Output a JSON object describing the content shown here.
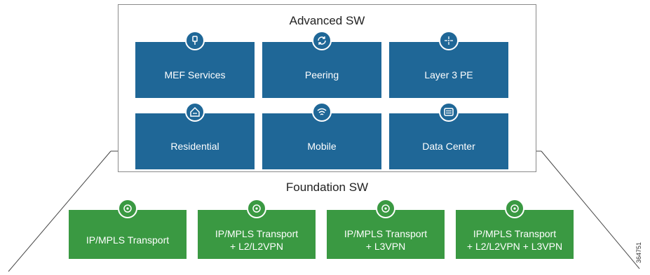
{
  "advanced": {
    "title": "Advanced SW",
    "tiles": [
      {
        "label": "MEF Services",
        "icon": "pin-icon"
      },
      {
        "label": "Peering",
        "icon": "refresh-icon"
      },
      {
        "label": "Layer 3 PE",
        "icon": "crosshair-icon"
      },
      {
        "label": "Residential",
        "icon": "home-icon"
      },
      {
        "label": "Mobile",
        "icon": "wifi-icon"
      },
      {
        "label": "Data Center",
        "icon": "server-icon"
      }
    ]
  },
  "foundation": {
    "title": "Foundation SW",
    "tiles": [
      {
        "label": "IP/MPLS Transport",
        "icon": "target-icon"
      },
      {
        "label": "IP/MPLS Transport\n+ L2/L2VPN",
        "icon": "target-icon"
      },
      {
        "label": "IP/MPLS Transport\n+ L3VPN",
        "icon": "target-icon"
      },
      {
        "label": "IP/MPLS Transport\n+ L2/L2VPN + L3VPN",
        "icon": "target-icon"
      }
    ]
  },
  "figure_id": "364751",
  "colors": {
    "blue_tile": "#1f6797",
    "green_tile": "#3a9942",
    "frame": "#8a8a8a"
  }
}
